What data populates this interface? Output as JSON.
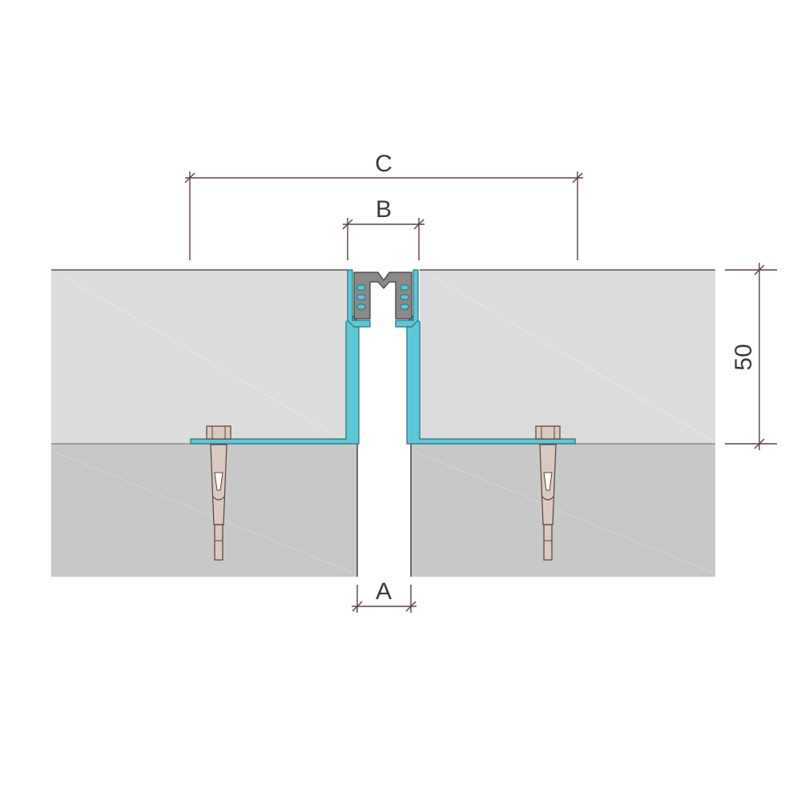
{
  "dimensions": {
    "a_label": "A",
    "b_label": "B",
    "c_label": "C",
    "height_label": "50"
  },
  "colors": {
    "upper_slab": "#dcdcdc",
    "lower_slab": "#c8c8c8",
    "profile": "#5ec8d6",
    "profile_edge": "#2a6f7a",
    "insert": "#8a8a8a",
    "insert_edge": "#3a3a3a",
    "anchor": "#d9c9c0",
    "anchor_edge": "#5a4038",
    "dim_line": "#5c4048"
  }
}
